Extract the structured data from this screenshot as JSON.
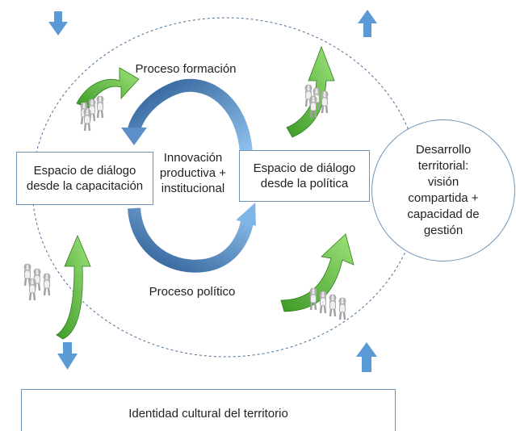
{
  "diagram": {
    "top_label": "Proceso formación",
    "bottom_label": "Proceso político",
    "center_label": "Innovación\nproductiva +\ninstitucional",
    "left_box": "Espacio de diálogo\ndesde la capacitación",
    "right_box": "Espacio de diálogo\ndesde la política",
    "outcome_circle": "Desarrollo\nterritorial:\nvisión\ncompartida +\ncapacidad de\ngestión",
    "footer_box": "Identidad cultural del territorio"
  },
  "icons": {
    "team_arrow": "team-pushing-green-arrow",
    "down_arrow": "blue-down-arrow",
    "up_arrow": "blue-up-arrow"
  },
  "colors": {
    "arrow_blue": "#5b9bd5",
    "cycle_blue": "#4a7fb5",
    "growth_green": "#5cb83a",
    "border": "#6f93b8"
  }
}
